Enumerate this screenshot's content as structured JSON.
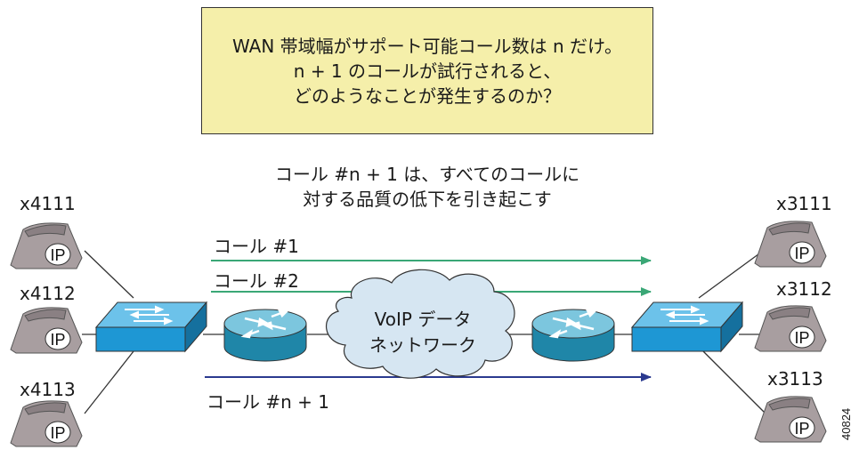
{
  "question": {
    "line1": "WAN 帯域幅がサポート可能コール数は n だけ。",
    "line2": "n + 1 のコールが試行されると、",
    "line3": "どのようなことが発生するのか？"
  },
  "caption": {
    "line1": "コール #n + 1 は、すべてのコールに",
    "line2": "対する品質の低下を引き起こす"
  },
  "calls": {
    "call1": "コール #1",
    "call2": "コール #2",
    "calln1": "コール #n + 1"
  },
  "cloud": {
    "line1": "VoIP データ",
    "line2": "ネットワーク"
  },
  "phones_left": [
    "x4111",
    "x4112",
    "x4113"
  ],
  "phones_right": [
    "x3111",
    "x3112",
    "x3113"
  ],
  "phone_badge": "IP",
  "figure_id": "40824",
  "colors": {
    "call_green": "#3aa776",
    "call_blue": "#2b3a8f",
    "switch": "#1e97d4",
    "router": "#2a93b6",
    "cloud": "#d6e6f2",
    "phone": "#a89ea0",
    "question_bg": "#f5efaa"
  }
}
